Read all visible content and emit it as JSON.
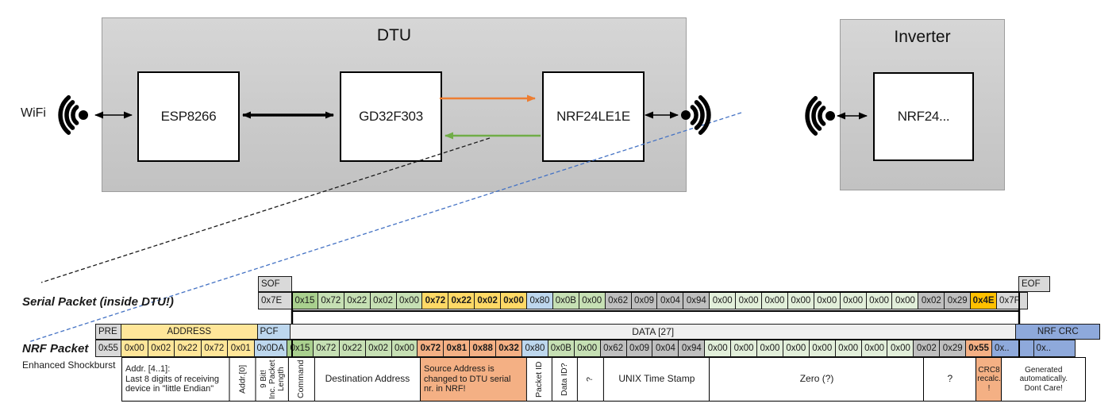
{
  "diagram": {
    "wifi_label": "WiFi",
    "dtu": {
      "title": "DTU",
      "nodes": {
        "esp": "ESP8266",
        "gd": "GD32F303",
        "nrf": "NRF24LE1E"
      }
    },
    "inverter": {
      "title": "Inverter",
      "node": "NRF24..."
    },
    "colors": {
      "orange_arrow": "#ED7D31",
      "green_arrow": "#70AD47",
      "blue_dashed": "#4472C4",
      "box_gray": "#CCCCCC"
    }
  },
  "serial": {
    "label": "Serial Packet (inside DTU!)",
    "sof_header": "SOF",
    "eof_header": "EOF",
    "cells": [
      {
        "t": "0x7E",
        "c": "gr1 hl",
        "w": 43
      },
      {
        "t": "0x15",
        "c": "g1"
      },
      {
        "t": "0x72",
        "c": "g2"
      },
      {
        "t": "0x22",
        "c": "g2"
      },
      {
        "t": "0x02",
        "c": "g2"
      },
      {
        "t": "0x00",
        "c": "g2"
      },
      {
        "t": "0x72",
        "c": "y2 bold"
      },
      {
        "t": "0x22",
        "c": "y2 bold"
      },
      {
        "t": "0x02",
        "c": "y2 bold"
      },
      {
        "t": "0x00",
        "c": "y2 bold"
      },
      {
        "t": "0x80",
        "c": "b1"
      },
      {
        "t": "0x0B",
        "c": "g2"
      },
      {
        "t": "0x00",
        "c": "g2"
      },
      {
        "t": "0x62",
        "c": "gr2"
      },
      {
        "t": "0x09",
        "c": "gr2"
      },
      {
        "t": "0x04",
        "c": "gr2"
      },
      {
        "t": "0x94",
        "c": "gr2"
      },
      {
        "t": "0x00",
        "c": "g3"
      },
      {
        "t": "0x00",
        "c": "g3"
      },
      {
        "t": "0x00",
        "c": "g3"
      },
      {
        "t": "0x00",
        "c": "g3"
      },
      {
        "t": "0x00",
        "c": "g3"
      },
      {
        "t": "0x00",
        "c": "g3"
      },
      {
        "t": "0x00",
        "c": "g3"
      },
      {
        "t": "0x00",
        "c": "g3"
      },
      {
        "t": "0x02",
        "c": "gr2"
      },
      {
        "t": "0x29",
        "c": "gr2"
      },
      {
        "t": "0x4E",
        "c": "gold bold"
      },
      {
        "t": "0x7F",
        "c": "gr1 hl",
        "w": 40
      }
    ]
  },
  "nrf": {
    "label": "NRF Packet",
    "sub_label": "Enhanced Shockburst",
    "header_cells": [
      {
        "t": "PRE",
        "c": "gr1 hl hcell",
        "w": 33
      },
      {
        "t": "ADDRESS",
        "c": "y1 hcell",
        "w": 172.5
      },
      {
        "t": "PCF",
        "c": "b1 hl hcell",
        "w": 42.5
      },
      {
        "t": "DATA [27]",
        "c": "dhdr hcell",
        "w": 915.3
      },
      {
        "t": "NRF CRC",
        "c": "b2 hcell",
        "w": 107
      }
    ],
    "cells": [
      {
        "t": "0x55",
        "c": "gr1 hl",
        "w": 33
      },
      {
        "t": "0x00",
        "c": "y1",
        "w": 34.5
      },
      {
        "t": "0x02",
        "c": "y1",
        "w": 34.5
      },
      {
        "t": "0x22",
        "c": "y1",
        "w": 34.5
      },
      {
        "t": "0x72",
        "c": "y1",
        "w": 34.5
      },
      {
        "t": "0x01",
        "c": "y1",
        "w": 34.5
      },
      {
        "t": "0x0DA",
        "c": "b1",
        "w": 42.5
      },
      {
        "t": "0x15",
        "c": "g1"
      },
      {
        "t": "0x72",
        "c": "g2"
      },
      {
        "t": "0x22",
        "c": "g2"
      },
      {
        "t": "0x02",
        "c": "g2"
      },
      {
        "t": "0x00",
        "c": "g2"
      },
      {
        "t": "0x72",
        "c": "sal bold"
      },
      {
        "t": "0x81",
        "c": "sal bold"
      },
      {
        "t": "0x88",
        "c": "sal bold"
      },
      {
        "t": "0x32",
        "c": "sal bold"
      },
      {
        "t": "0x80",
        "c": "b1"
      },
      {
        "t": "0x0B",
        "c": "g2"
      },
      {
        "t": "0x00",
        "c": "g2"
      },
      {
        "t": "0x62",
        "c": "gr2"
      },
      {
        "t": "0x09",
        "c": "gr2"
      },
      {
        "t": "0x04",
        "c": "gr2"
      },
      {
        "t": "0x94",
        "c": "gr2"
      },
      {
        "t": "0x00",
        "c": "g3"
      },
      {
        "t": "0x00",
        "c": "g3"
      },
      {
        "t": "0x00",
        "c": "g3"
      },
      {
        "t": "0x00",
        "c": "g3"
      },
      {
        "t": "0x00",
        "c": "g3"
      },
      {
        "t": "0x00",
        "c": "g3"
      },
      {
        "t": "0x00",
        "c": "g3"
      },
      {
        "t": "0x00",
        "c": "g3"
      },
      {
        "t": "0x02",
        "c": "gr2"
      },
      {
        "t": "0x29",
        "c": "gr2"
      },
      {
        "t": "0x55",
        "c": "sal bold"
      },
      {
        "t": "0x..",
        "c": "b2 hl",
        "w": 53.5
      },
      {
        "t": "0x..",
        "c": "b2 hl",
        "w": 53.5
      }
    ],
    "annotations": [
      {
        "t": "Addr. [4..1]:\nLast 8 digits of receiving\ndevice in \"little Endian\"",
        "c": "left",
        "w": 138
      },
      {
        "t": "Addr.[0]",
        "c": "vert",
        "w": 34.5
      },
      {
        "t": "9 Bit!\nInc. Packet\nLength",
        "c": "vert small",
        "w": 42.5
      },
      {
        "t": "Command",
        "c": "vert",
        "w": 33.9
      },
      {
        "t": "Destination Address",
        "c": "",
        "w": 135.6
      },
      {
        "t": "Source Address is\nchanged to DTU serial\nnr. in NRF!",
        "c": "left sal",
        "w": 135.6
      },
      {
        "t": "Packet ID",
        "c": "vert",
        "w": 33.9
      },
      {
        "t": "Data ID?",
        "c": "vert",
        "w": 33.9
      },
      {
        "t": "?",
        "c": "vert",
        "w": 33.9
      },
      {
        "t": "UNIX Time Stamp",
        "c": "",
        "w": 135.6
      },
      {
        "t": "Zero (?)",
        "c": "",
        "w": 271.2
      },
      {
        "t": "?",
        "c": "",
        "w": 67.8
      },
      {
        "t": "CRC8\nrecalc.\n!",
        "c": "sal small",
        "w": 33.9
      },
      {
        "t": "Generated\nautomatically.\nDont Care!",
        "c": "small",
        "w": 107
      }
    ]
  }
}
